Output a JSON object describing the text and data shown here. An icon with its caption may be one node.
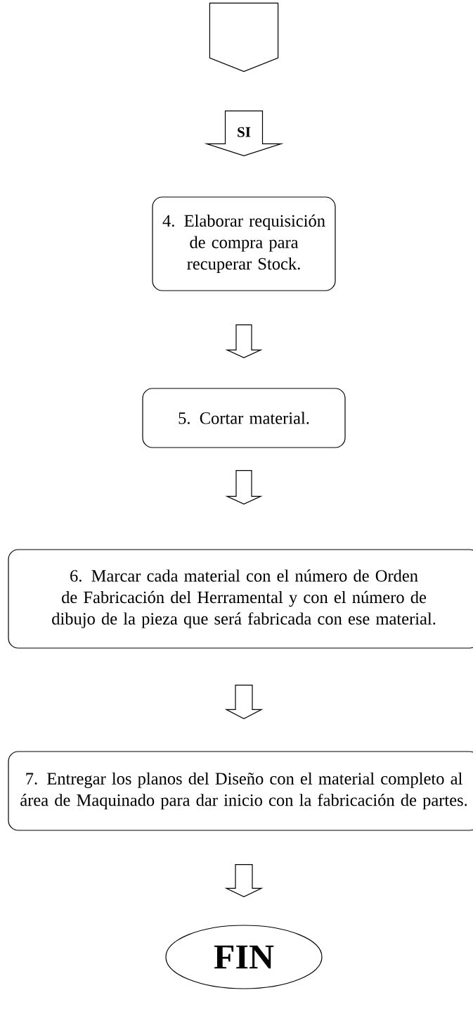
{
  "diagram": {
    "nodes": [
      {
        "text": [],
        "shape": "pentagon"
      },
      {
        "text": [
          "4. Elaborar requisición de compra para recuperar Stock."
        ]
      },
      {
        "text": [
          "5. Cortar material."
        ]
      },
      {
        "text": [
          "6. Marcar cada material con el número de Orden de Fabricación del Herramental y con el número de dibujo de la pieza que será fabricada con ese material."
        ]
      },
      {
        "text": [
          "7. Entregar los planos del Diseño con el material completo al área de Maquinado para dar inicio con la fabricación de partes."
        ]
      },
      {
        "text": [
          "FIN"
        ]
      }
    ],
    "edges": [
      {
        "from": 0,
        "to": 1,
        "arrow": "to",
        "label": "SI"
      },
      {
        "from": 1,
        "to": 2,
        "arrow": "to"
      },
      {
        "from": 2,
        "to": 3,
        "arrow": "to"
      },
      {
        "from": 3,
        "to": 4,
        "arrow": "to"
      },
      {
        "from": 4,
        "to": 5,
        "arrow": "to"
      }
    ]
  }
}
